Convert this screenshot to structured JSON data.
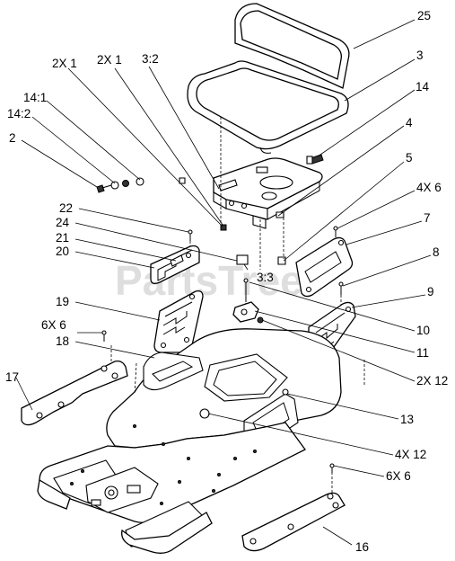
{
  "watermark": "PartsTree",
  "callouts": [
    {
      "id": "c25",
      "text": "25"
    },
    {
      "id": "c3",
      "text": "3"
    },
    {
      "id": "c14",
      "text": "14"
    },
    {
      "id": "c4",
      "text": "4"
    },
    {
      "id": "c5",
      "text": "5"
    },
    {
      "id": "c4x6",
      "text": "4X 6"
    },
    {
      "id": "c7",
      "text": "7"
    },
    {
      "id": "c8",
      "text": "8"
    },
    {
      "id": "c9",
      "text": "9"
    },
    {
      "id": "c10",
      "text": "10"
    },
    {
      "id": "c11",
      "text": "11"
    },
    {
      "id": "c2x12",
      "text": "2X 12"
    },
    {
      "id": "c13",
      "text": "13"
    },
    {
      "id": "c4x12",
      "text": "4X 12"
    },
    {
      "id": "c6x6r",
      "text": "6X 6"
    },
    {
      "id": "c16",
      "text": "16"
    },
    {
      "id": "c17",
      "text": "17"
    },
    {
      "id": "c6x6l",
      "text": "6X 6"
    },
    {
      "id": "c18",
      "text": "18"
    },
    {
      "id": "c19",
      "text": "19"
    },
    {
      "id": "c20",
      "text": "20"
    },
    {
      "id": "c21",
      "text": "21"
    },
    {
      "id": "c24",
      "text": "24"
    },
    {
      "id": "c22",
      "text": "22"
    },
    {
      "id": "c2",
      "text": "2"
    },
    {
      "id": "c14_2",
      "text": "14:2"
    },
    {
      "id": "c14_1",
      "text": "14:1"
    },
    {
      "id": "c2x1a",
      "text": "2X 1"
    },
    {
      "id": "c2x1b",
      "text": "2X 1"
    },
    {
      "id": "c3_2",
      "text": "3:2"
    },
    {
      "id": "c3_3",
      "text": "3:3"
    }
  ]
}
